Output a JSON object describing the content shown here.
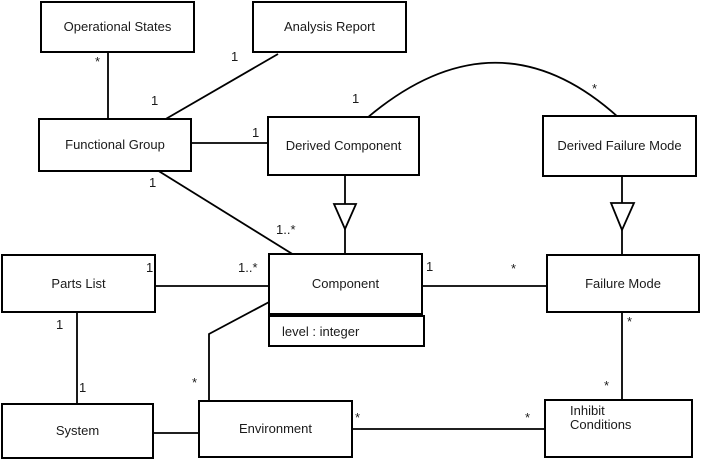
{
  "diagram": {
    "type": "uml-class-diagram",
    "background": "#ffffff",
    "line_color": "#000000",
    "text_color": "#1a1a1a"
  },
  "classes": [
    {
      "id": "operational-states",
      "name": "Operational States"
    },
    {
      "id": "analysis-report",
      "name": "Analysis Report"
    },
    {
      "id": "functional-group",
      "name": "Functional Group"
    },
    {
      "id": "derived-component",
      "name": "Derived Component"
    },
    {
      "id": "derived-failure-mode",
      "name": "Derived Failure Mode"
    },
    {
      "id": "parts-list",
      "name": "Parts List"
    },
    {
      "id": "component",
      "name": "Component",
      "attributes": [
        "level : integer"
      ]
    },
    {
      "id": "failure-mode",
      "name": "Failure Mode"
    },
    {
      "id": "system",
      "name": "System"
    },
    {
      "id": "environment",
      "name": "Environment"
    },
    {
      "id": "inhibit-conditions",
      "name": "Inhibit Conditions"
    }
  ],
  "associations": [
    {
      "from": "Operational States",
      "to": "Functional Group",
      "from_mult": "*"
    },
    {
      "from": "Analysis Report",
      "to": "Functional Group",
      "from_mult": "1",
      "to_mult": "1"
    },
    {
      "from": "Functional Group",
      "to": "Derived Component",
      "to_mult": "1"
    },
    {
      "from": "Functional Group",
      "to": "Component",
      "from_mult": "1",
      "to_mult": "1..*"
    },
    {
      "from": "Derived Component",
      "to": "Derived Failure Mode",
      "from_mult": "1",
      "to_mult": "*"
    },
    {
      "from": "Parts List",
      "to": "Component",
      "from_mult": "1",
      "to_mult": "1..*"
    },
    {
      "from": "Component",
      "to": "Failure Mode",
      "from_mult": "1",
      "to_mult": "*"
    },
    {
      "from": "Parts List",
      "to": "System",
      "from_mult": "1",
      "to_mult": "1"
    },
    {
      "from": "System",
      "to": "Environment"
    },
    {
      "from": "Environment",
      "to": "Component",
      "from_mult": "*"
    },
    {
      "from": "Environment",
      "to": "Inhibit Conditions",
      "from_mult": "*",
      "to_mult": "*"
    },
    {
      "from": "Failure Mode",
      "to": "Inhibit Conditions",
      "from_mult": "*",
      "to_mult": "*"
    }
  ],
  "generalizations": [
    {
      "from": "Derived Component",
      "to": "Component"
    },
    {
      "from": "Derived Failure Mode",
      "to": "Failure Mode"
    }
  ]
}
